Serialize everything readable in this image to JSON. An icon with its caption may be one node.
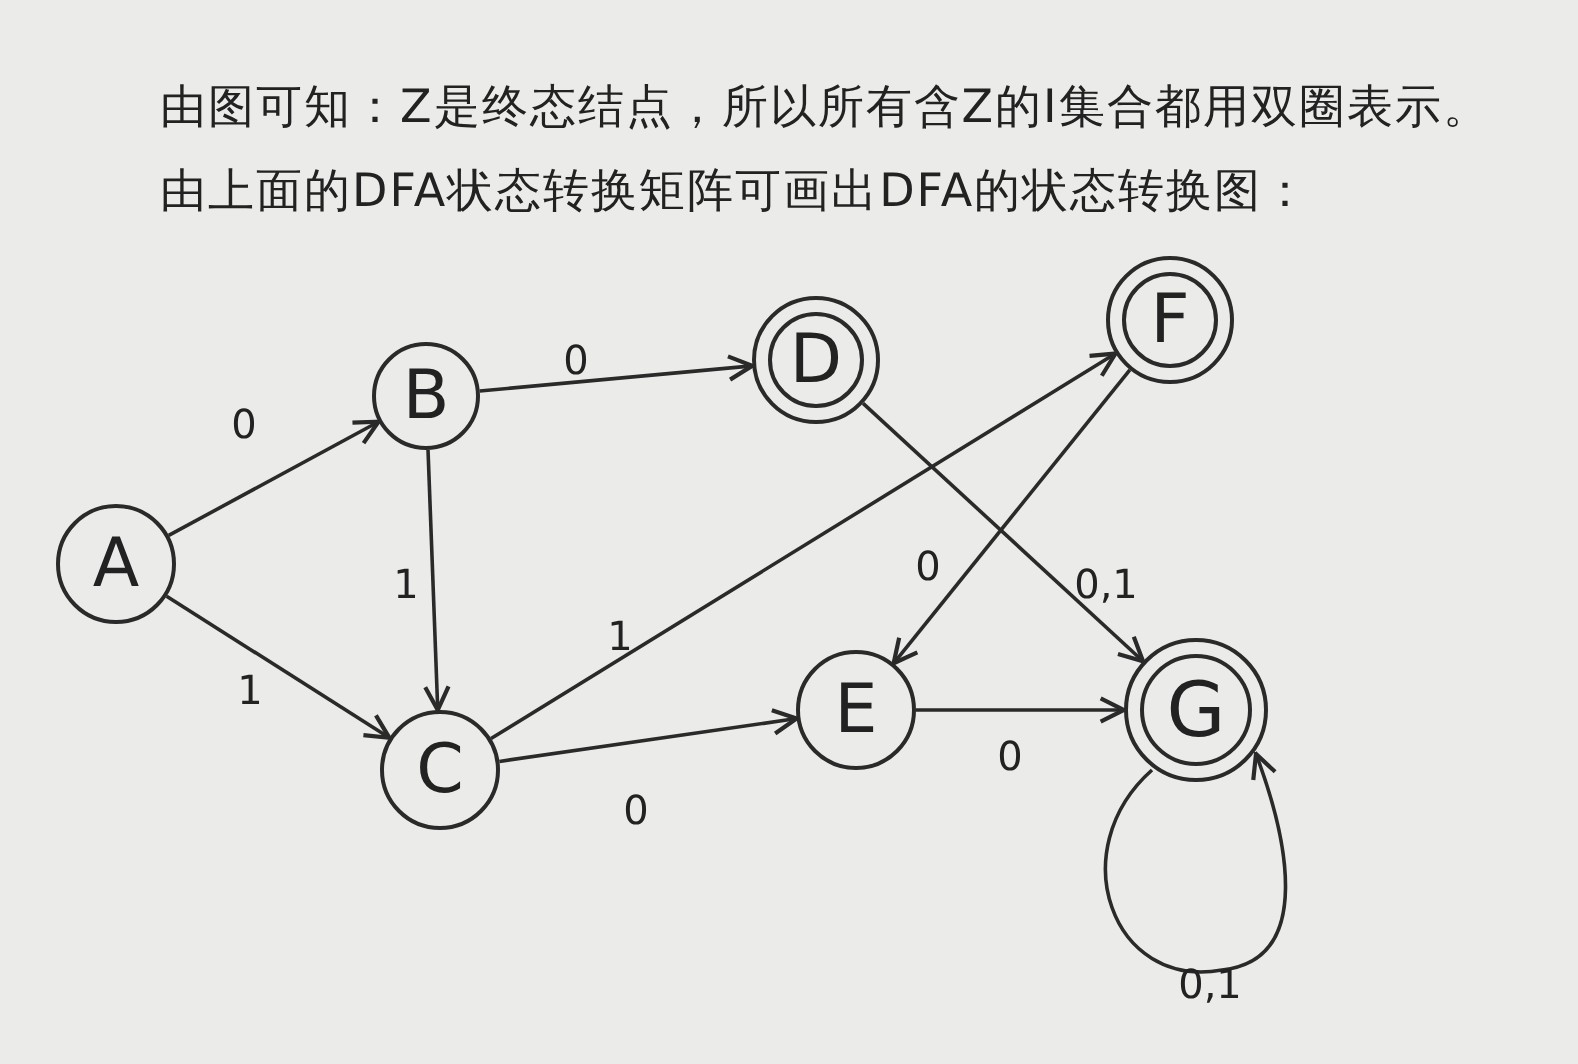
{
  "diagram": {
    "nodes": [
      {
        "text": [
          "A"
        ]
      },
      {
        "text": [
          "B"
        ]
      },
      {
        "text": [
          "C"
        ]
      },
      {
        "text": [
          "D"
        ]
      },
      {
        "text": [
          "E"
        ]
      },
      {
        "text": [
          "F"
        ]
      },
      {
        "text": [
          "G"
        ]
      }
    ],
    "edges": [
      {
        "from": 0,
        "to": 1,
        "arrow": "to",
        "label": "0"
      },
      {
        "from": 0,
        "to": 2,
        "arrow": "to",
        "label": "1"
      },
      {
        "from": 1,
        "to": 3,
        "arrow": "to",
        "label": "0"
      },
      {
        "from": 1,
        "to": 2,
        "arrow": "to",
        "label": "1"
      },
      {
        "from": 2,
        "to": 5,
        "arrow": "to",
        "label": "1"
      },
      {
        "from": 2,
        "to": 4,
        "arrow": "to",
        "label": "0"
      },
      {
        "from": 3,
        "to": 6,
        "arrow": "to",
        "label": "0,1"
      },
      {
        "from": 5,
        "to": 4,
        "arrow": "to",
        "label": "0"
      },
      {
        "from": 4,
        "to": 6,
        "arrow": "to",
        "label": "0"
      },
      {
        "from": 6,
        "to": 6,
        "arrow": "to",
        "label": "0,1"
      }
    ],
    "labels": [
      "由图可知：Z是终态结点，所以所有含Z的I集合都用双圈表示。",
      "由上面的DFA状态转换矩阵可画出DFA的状态转换图："
    ]
  }
}
